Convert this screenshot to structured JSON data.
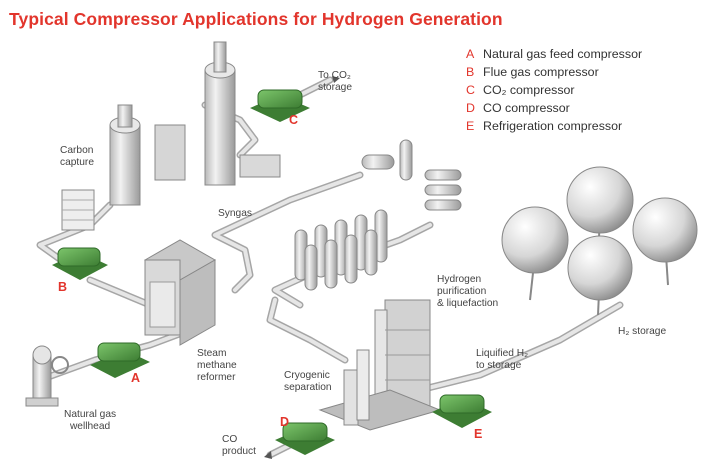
{
  "title": "Typical Compressor Applications for Hydrogen Generation",
  "legend": [
    {
      "letter": "A",
      "label": "Natural gas feed compressor"
    },
    {
      "letter": "B",
      "label": "Flue gas compressor"
    },
    {
      "letter": "C",
      "label": "CO₂ compressor"
    },
    {
      "letter": "D",
      "label": "CO compressor"
    },
    {
      "letter": "E",
      "label": "Refrigeration compressor"
    }
  ],
  "labels": {
    "to_co2_line1": "To CO₂",
    "to_co2_line2": "storage",
    "carbon_capture_line1": "Carbon",
    "carbon_capture_line2": "capture",
    "syngas": "Syngas",
    "hydrogen_line1": "Hydrogen",
    "hydrogen_line2": "purification",
    "hydrogen_line3": "& liquefaction",
    "h2_storage": "H₂ storage",
    "steam_line1": "Steam",
    "steam_line2": "methane",
    "steam_line3": "reformer",
    "cryo_line1": "Cryogenic",
    "cryo_line2": "separation",
    "liquified_line1": "Liquified H₂",
    "liquified_line2": "to storage",
    "natgas_line1": "Natural gas",
    "natgas_line2": "wellhead",
    "co_line1": "CO",
    "co_line2": "product"
  },
  "compressor_tags": {
    "a": "A",
    "b": "B",
    "c": "C",
    "d": "D",
    "e": "E"
  },
  "colors": {
    "accent": "#e2352c",
    "compressor_green": "#5aa24a",
    "compressor_dark": "#3d7d33",
    "pipe": "#d9d9d9",
    "pipe_edge": "#a6a6a6"
  }
}
